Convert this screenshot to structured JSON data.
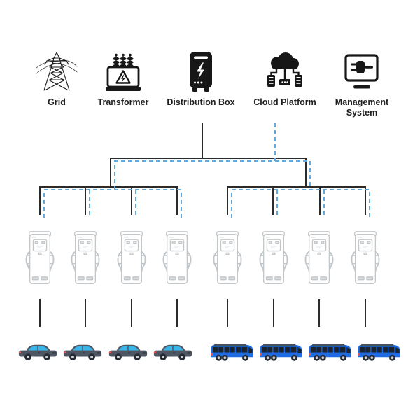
{
  "nodes": {
    "grid": {
      "label": "Grid"
    },
    "transformer": {
      "label": "Transformer"
    },
    "distribution_box": {
      "label": "Distribution Box"
    },
    "cloud_platform": {
      "label": "Cloud Platform"
    },
    "management_system": {
      "label": "Management System"
    }
  },
  "connections": {
    "power_line_style": "solid",
    "comm_line_style": "dashed"
  },
  "chargers": {
    "count": 8,
    "per_group": 4
  },
  "vehicles": {
    "cars": 4,
    "buses": 4
  },
  "colors": {
    "background": "#ffffff",
    "icon_black": "#171717",
    "label_text": "#1f1f1f",
    "line_power": "#2b2b2b",
    "line_comm": "#60aadf",
    "charger_outline": "#c3c7ca",
    "charger_fill": "#ffffff",
    "car_body": "#4e5662",
    "car_window": "#38b6ea",
    "tail_light": "#e25555",
    "wheel_dark": "#262c33",
    "wheel_hub": "#ccd1d6",
    "bus_body": "#1d6ce2",
    "bus_window": "#1c242e",
    "bus_roof": "#49515c"
  }
}
